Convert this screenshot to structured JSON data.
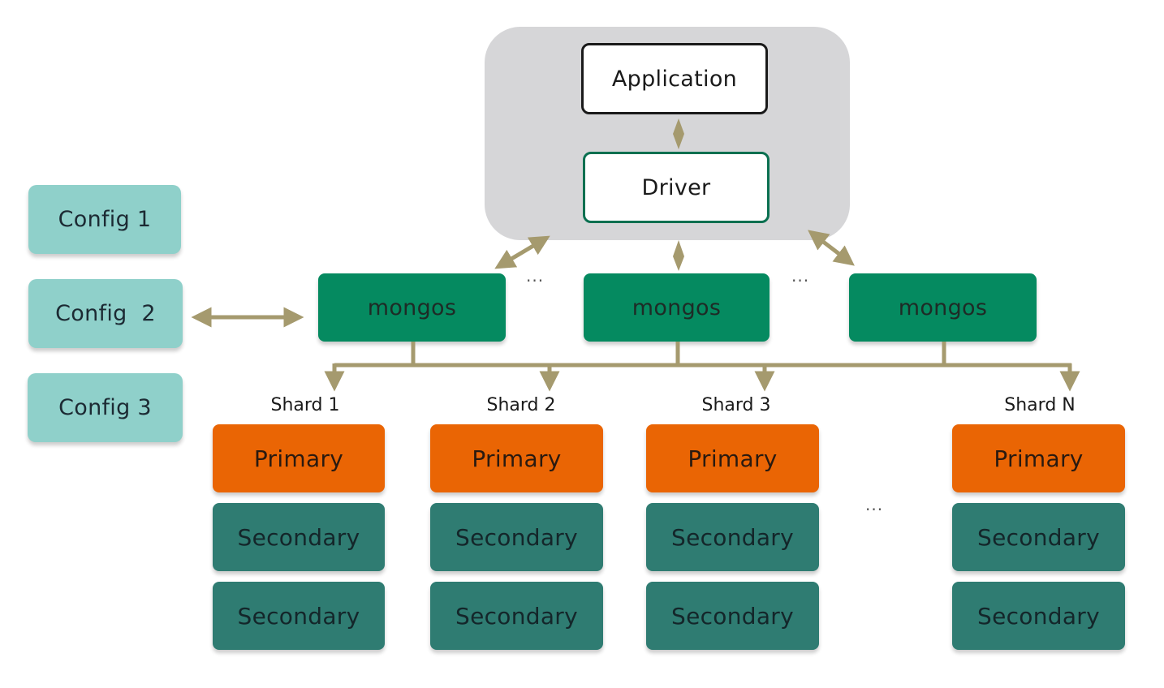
{
  "client": {
    "application_label": "Application",
    "driver_label": "Driver"
  },
  "configs": [
    "Config 1",
    "Config  2",
    "Config 3"
  ],
  "mongos": [
    "mongos",
    "mongos",
    "mongos"
  ],
  "ellipsis": "...",
  "shards": [
    {
      "label": "Shard 1",
      "primary": "Primary",
      "secondaries": [
        "Secondary",
        "Secondary"
      ]
    },
    {
      "label": "Shard 2",
      "primary": "Primary",
      "secondaries": [
        "Secondary",
        "Secondary"
      ]
    },
    {
      "label": "Shard 3",
      "primary": "Primary",
      "secondaries": [
        "Secondary",
        "Secondary"
      ]
    },
    {
      "label": "Shard N",
      "primary": "Primary",
      "secondaries": [
        "Secondary",
        "Secondary"
      ]
    }
  ],
  "colors": {
    "connector": "#a59a6e",
    "config": "#8fd0ca",
    "mongos": "#058a60",
    "primary": "#ea6504",
    "secondary": "#2f7c72",
    "client_area": "#d6d6d8"
  }
}
